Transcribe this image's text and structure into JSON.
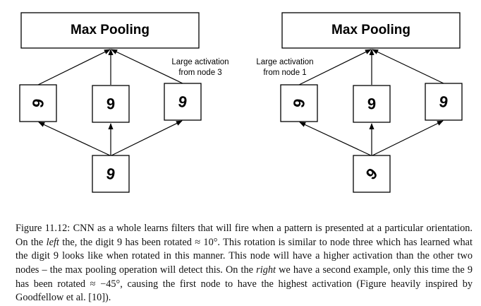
{
  "diagrams": [
    {
      "pool_label": "Max Pooling",
      "nodes": [
        "9",
        "9",
        "9"
      ],
      "input_digit": "9",
      "annotation": [
        "Large activation",
        "from node 3"
      ]
    },
    {
      "pool_label": "Max Pooling",
      "nodes": [
        "9",
        "9",
        "9"
      ],
      "input_digit": "9",
      "annotation": [
        "Large activation",
        "from node 1"
      ]
    }
  ],
  "caption": {
    "p1": "Figure 11.12: CNN as a whole learns filters that will fire when a pattern is presented at a particular orientation. On the ",
    "em1": "left",
    "p2": " the, the digit 9 has been rotated ≈ 10°. This rotation is similar to node three which has learned what the digit 9 looks like when rotated in this manner. This node will have a higher activation than the other two nodes – the max pooling operation will detect this. On the ",
    "em2": "right",
    "p3": " we have a second example, only this time the 9 has been rotated ≈ −45°, causing the first node to have the highest activation (Figure heavily inspired by Goodfellow et al. [10])."
  }
}
